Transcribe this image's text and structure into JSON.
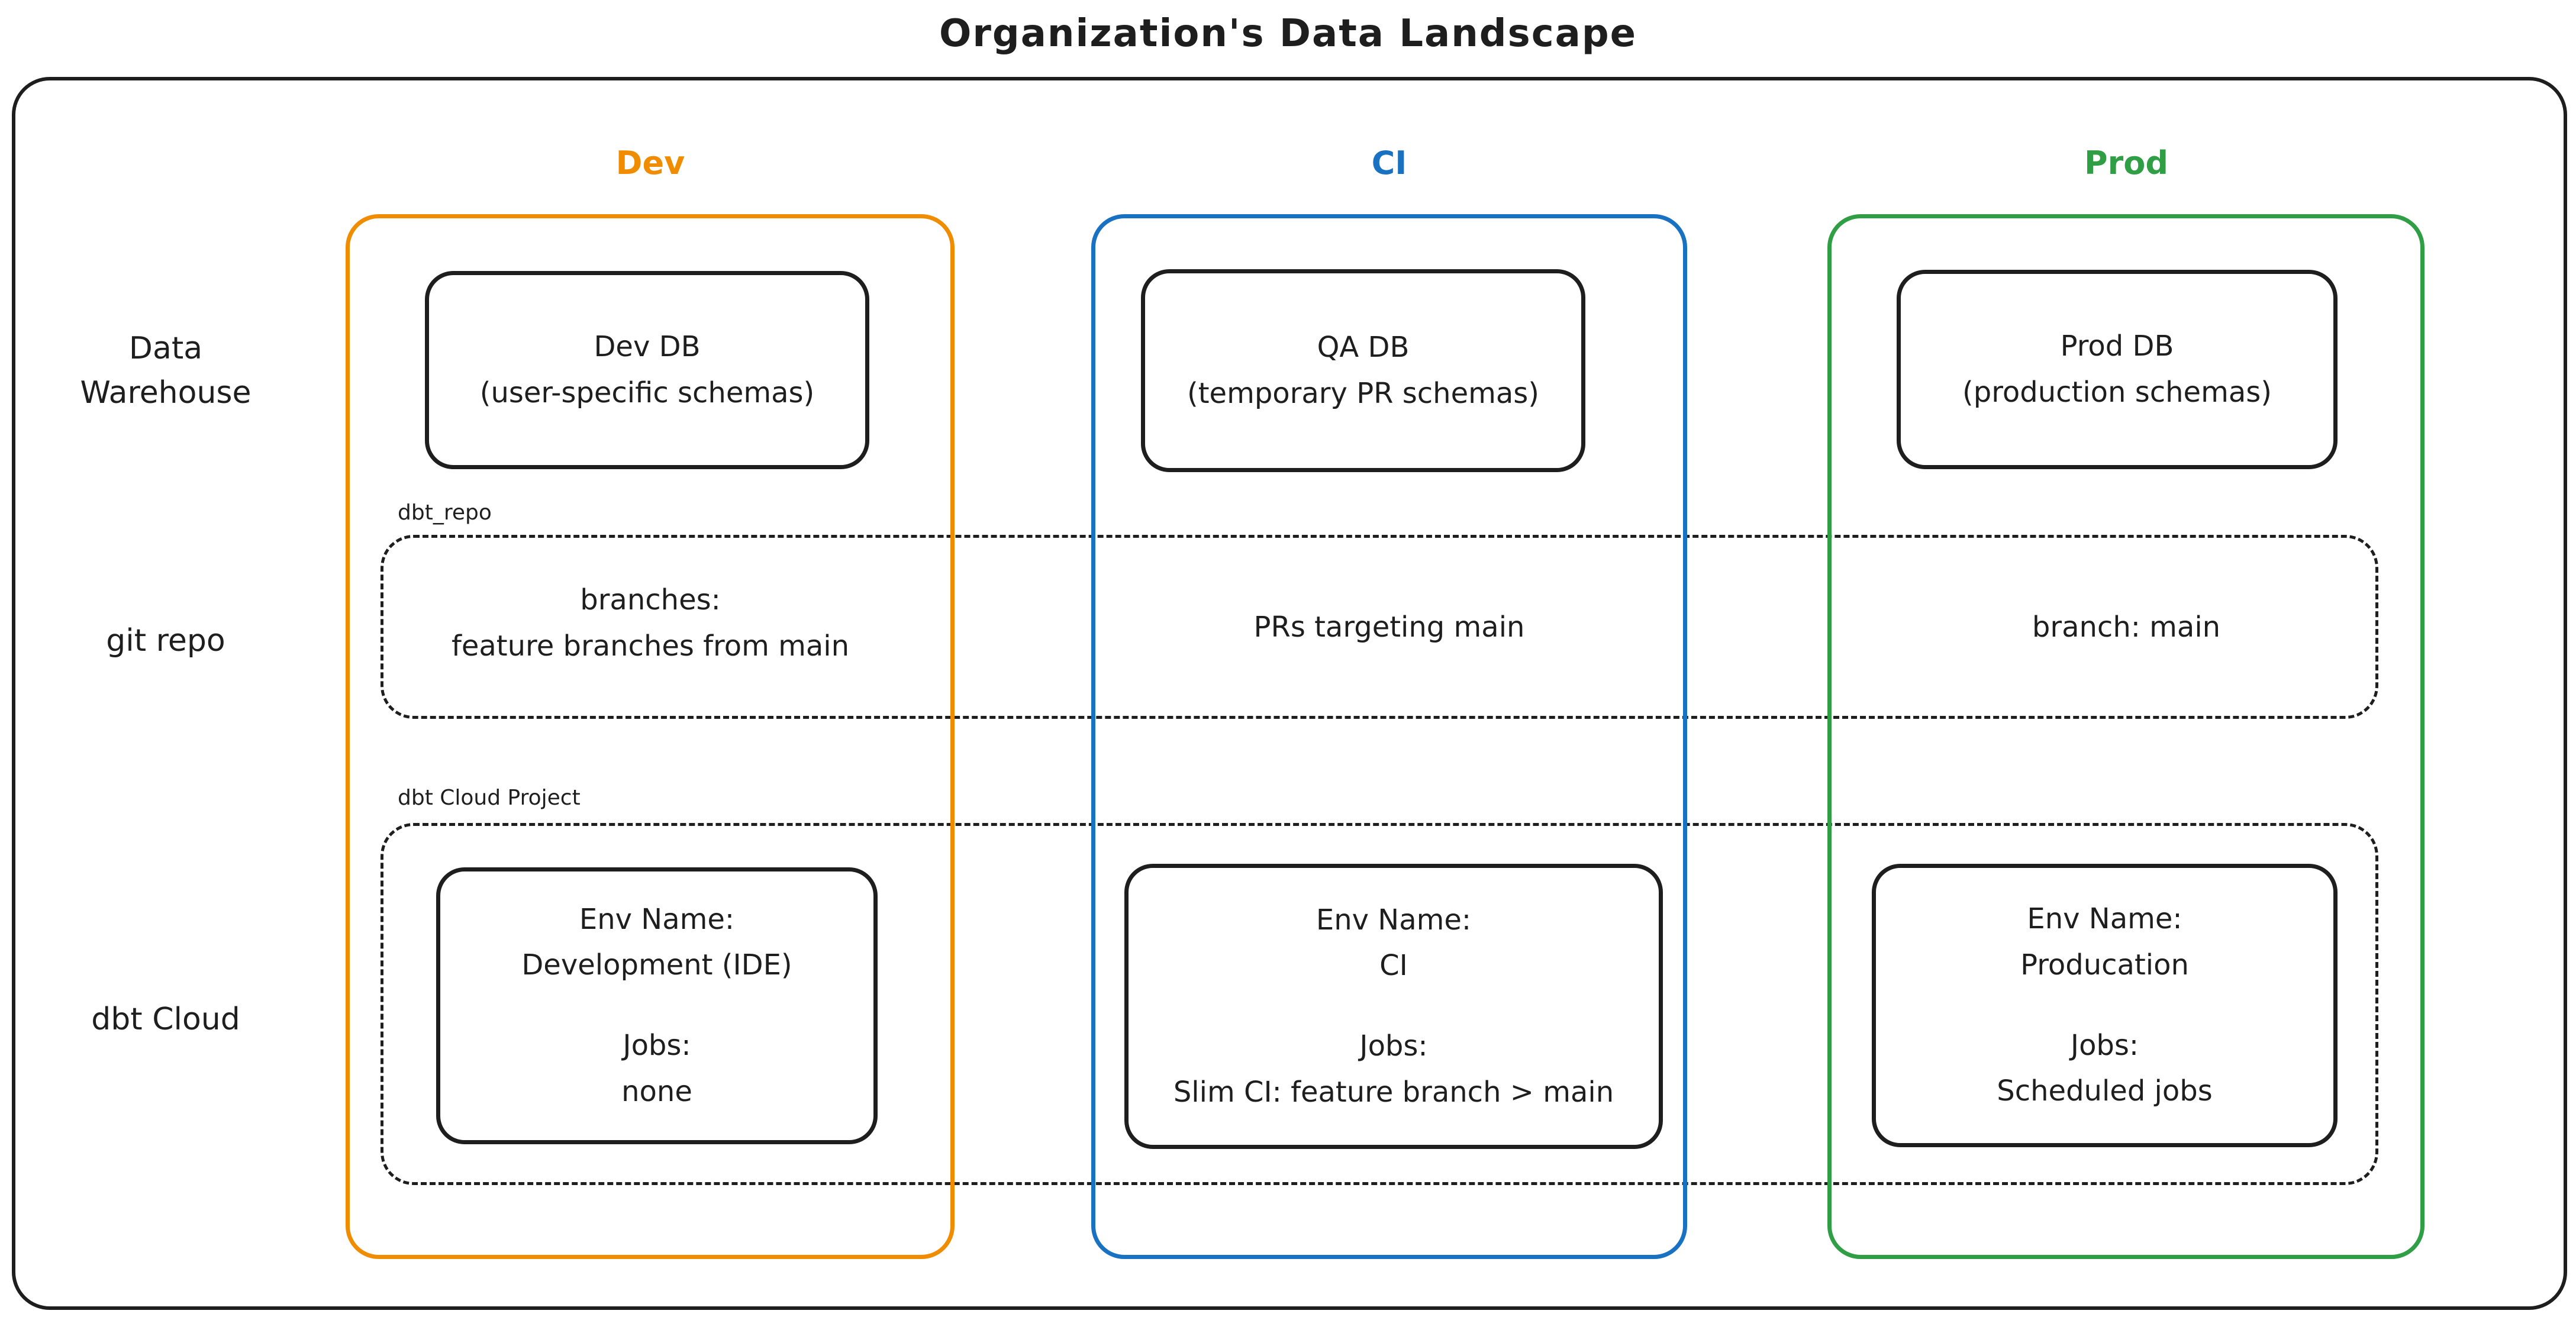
{
  "title": "Organization's Data Landscape",
  "palette": {
    "dev_accent": "#f08c00",
    "ci_accent": "#1971c2",
    "prod_accent": "#2f9e44",
    "ink": "#1e1e1e"
  },
  "columns": [
    {
      "label": "Dev"
    },
    {
      "label": "CI"
    },
    {
      "label": "Prod"
    }
  ],
  "row_labels": [
    {
      "label": "Data\nWarehouse"
    },
    {
      "label": "git repo"
    },
    {
      "label": "dbt Cloud"
    }
  ],
  "data_warehouse": {
    "dev": {
      "name": "Dev DB",
      "note": "(user-specific schemas)"
    },
    "ci": {
      "name": "QA DB",
      "note": "(temporary PR schemas)"
    },
    "prod": {
      "name": "Prod DB",
      "note": "(production schemas)"
    }
  },
  "git_repo": {
    "box_label": "dbt_repo",
    "dev": "branches:\nfeature branches from main",
    "ci": "PRs targeting main",
    "prod": "branch: main"
  },
  "dbt_cloud": {
    "box_label": "dbt Cloud Project",
    "dev": {
      "env_label": "Env Name:",
      "env_name": "Development (IDE)",
      "jobs_label": "Jobs:",
      "jobs": "none"
    },
    "ci": {
      "env_label": "Env Name:",
      "env_name": "CI",
      "jobs_label": "Jobs:",
      "jobs": "Slim CI: feature branch > main"
    },
    "prod": {
      "env_label": "Env Name:",
      "env_name": "Producation",
      "jobs_label": "Jobs:",
      "jobs": "Scheduled jobs"
    }
  }
}
